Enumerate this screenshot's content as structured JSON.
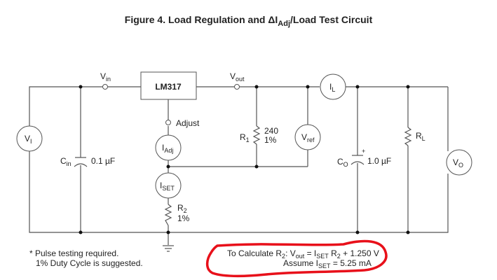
{
  "figure": {
    "title_pre": "Figure 4. Load Regulation and ΔI",
    "title_sub": "Adj",
    "title_post": "/Load  Test Circuit"
  },
  "components": {
    "regulator": "LM317",
    "vin_label": "V",
    "vin_sub": "in",
    "vout_label": "V",
    "vout_sub": "out",
    "adjust_label": "Adjust",
    "vi_meter": "V",
    "vi_sub": "I",
    "cin_label": "C",
    "cin_sub": "in",
    "cin_value": "0.1 µF",
    "iadj_meter": "I",
    "iadj_sub": "Adj",
    "iset_meter": "I",
    "iset_sub": "SET",
    "r1_label": "R",
    "r1_sub": "1",
    "r1_value": "240",
    "r1_tol": "1%",
    "vref_meter": "V",
    "vref_sub": "ref",
    "il_meter": "I",
    "il_sub": "L",
    "co_label": "C",
    "co_sub": "O",
    "co_value": "1.0 µF",
    "co_polarity": "+",
    "rl_label": "R",
    "rl_sub": "L",
    "vo_meter": "V",
    "vo_sub": "O",
    "r2_label": "R",
    "r2_sub": "2",
    "r2_tol": "1%"
  },
  "notes": {
    "line1": "* Pulse testing required.",
    "line2": "1% Duty Cycle is suggested."
  },
  "formula": {
    "prefix": "To Calculate R",
    "prefix_sub": "2",
    "eq_a": ": V",
    "eq_a_sub": "out",
    "eq_b": " = I",
    "eq_b_sub": "SET",
    "eq_c": " R",
    "eq_c_sub": "2",
    "eq_d": " + 1.250 V",
    "assume_a": "Assume I",
    "assume_sub": "SET",
    "assume_b": " = 5.25 mA",
    "highlight_color": "#e8101a"
  }
}
